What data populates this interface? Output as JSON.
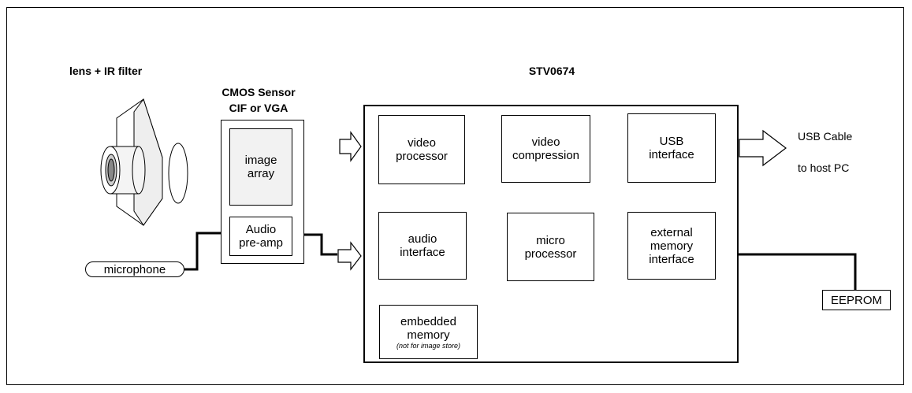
{
  "labels": {
    "lens_title": "lens + IR filter",
    "sensor_title": "CMOS Sensor\nCIF or VGA",
    "chip_title": "STV0674",
    "image_array": "image\narray",
    "audio_preamp": "Audio\npre-amp",
    "video_processor": "video\nprocessor",
    "video_compression": "video\ncompression",
    "usb_interface": "USB\ninterface",
    "audio_interface": "audio\ninterface",
    "micro_processor": "micro\nprocessor",
    "external_memory": "external\nmemory\ninterface",
    "embedded_memory": "embedded\nmemory",
    "embedded_note": "(not for image store)",
    "usb_cable_1": "USB Cable",
    "usb_cable_2": "to host PC",
    "microphone": "microphone",
    "eeprom": "EEPROM"
  }
}
